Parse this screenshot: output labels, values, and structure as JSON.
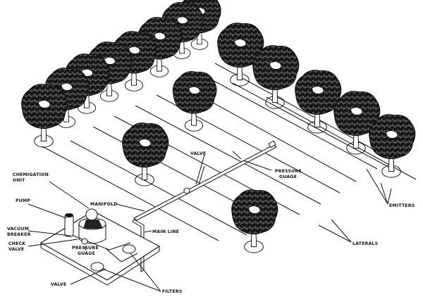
{
  "labels": {
    "chemigation_unit_line1": "CHEMIGATION",
    "chemigation_unit_line2": "UNIT",
    "pump": "PUMP",
    "vacuum_breaker_line1": "VACUUM",
    "vacuum_breaker_line2": "BREAKER",
    "check_valve_line1": "CHECK",
    "check_valve_line2": "VALVE",
    "pressure_gauge_left_line1": "PRESSURE",
    "pressure_gauge_left_line2": "GUAGE",
    "valve_bottom": "VALVE",
    "filters": "FILTERS",
    "manifold": "MANIFOLD",
    "main_line": "MAIN LINE",
    "valve_top": "VALVE",
    "pressure_gauge_right_line1": "PRESSURE",
    "pressure_gauge_right_line2": "GUAGE",
    "emitters": "EMITTERS",
    "laterals": "LATERALS"
  },
  "colors": {
    "ink": "#111111",
    "background": "#ffffff"
  }
}
